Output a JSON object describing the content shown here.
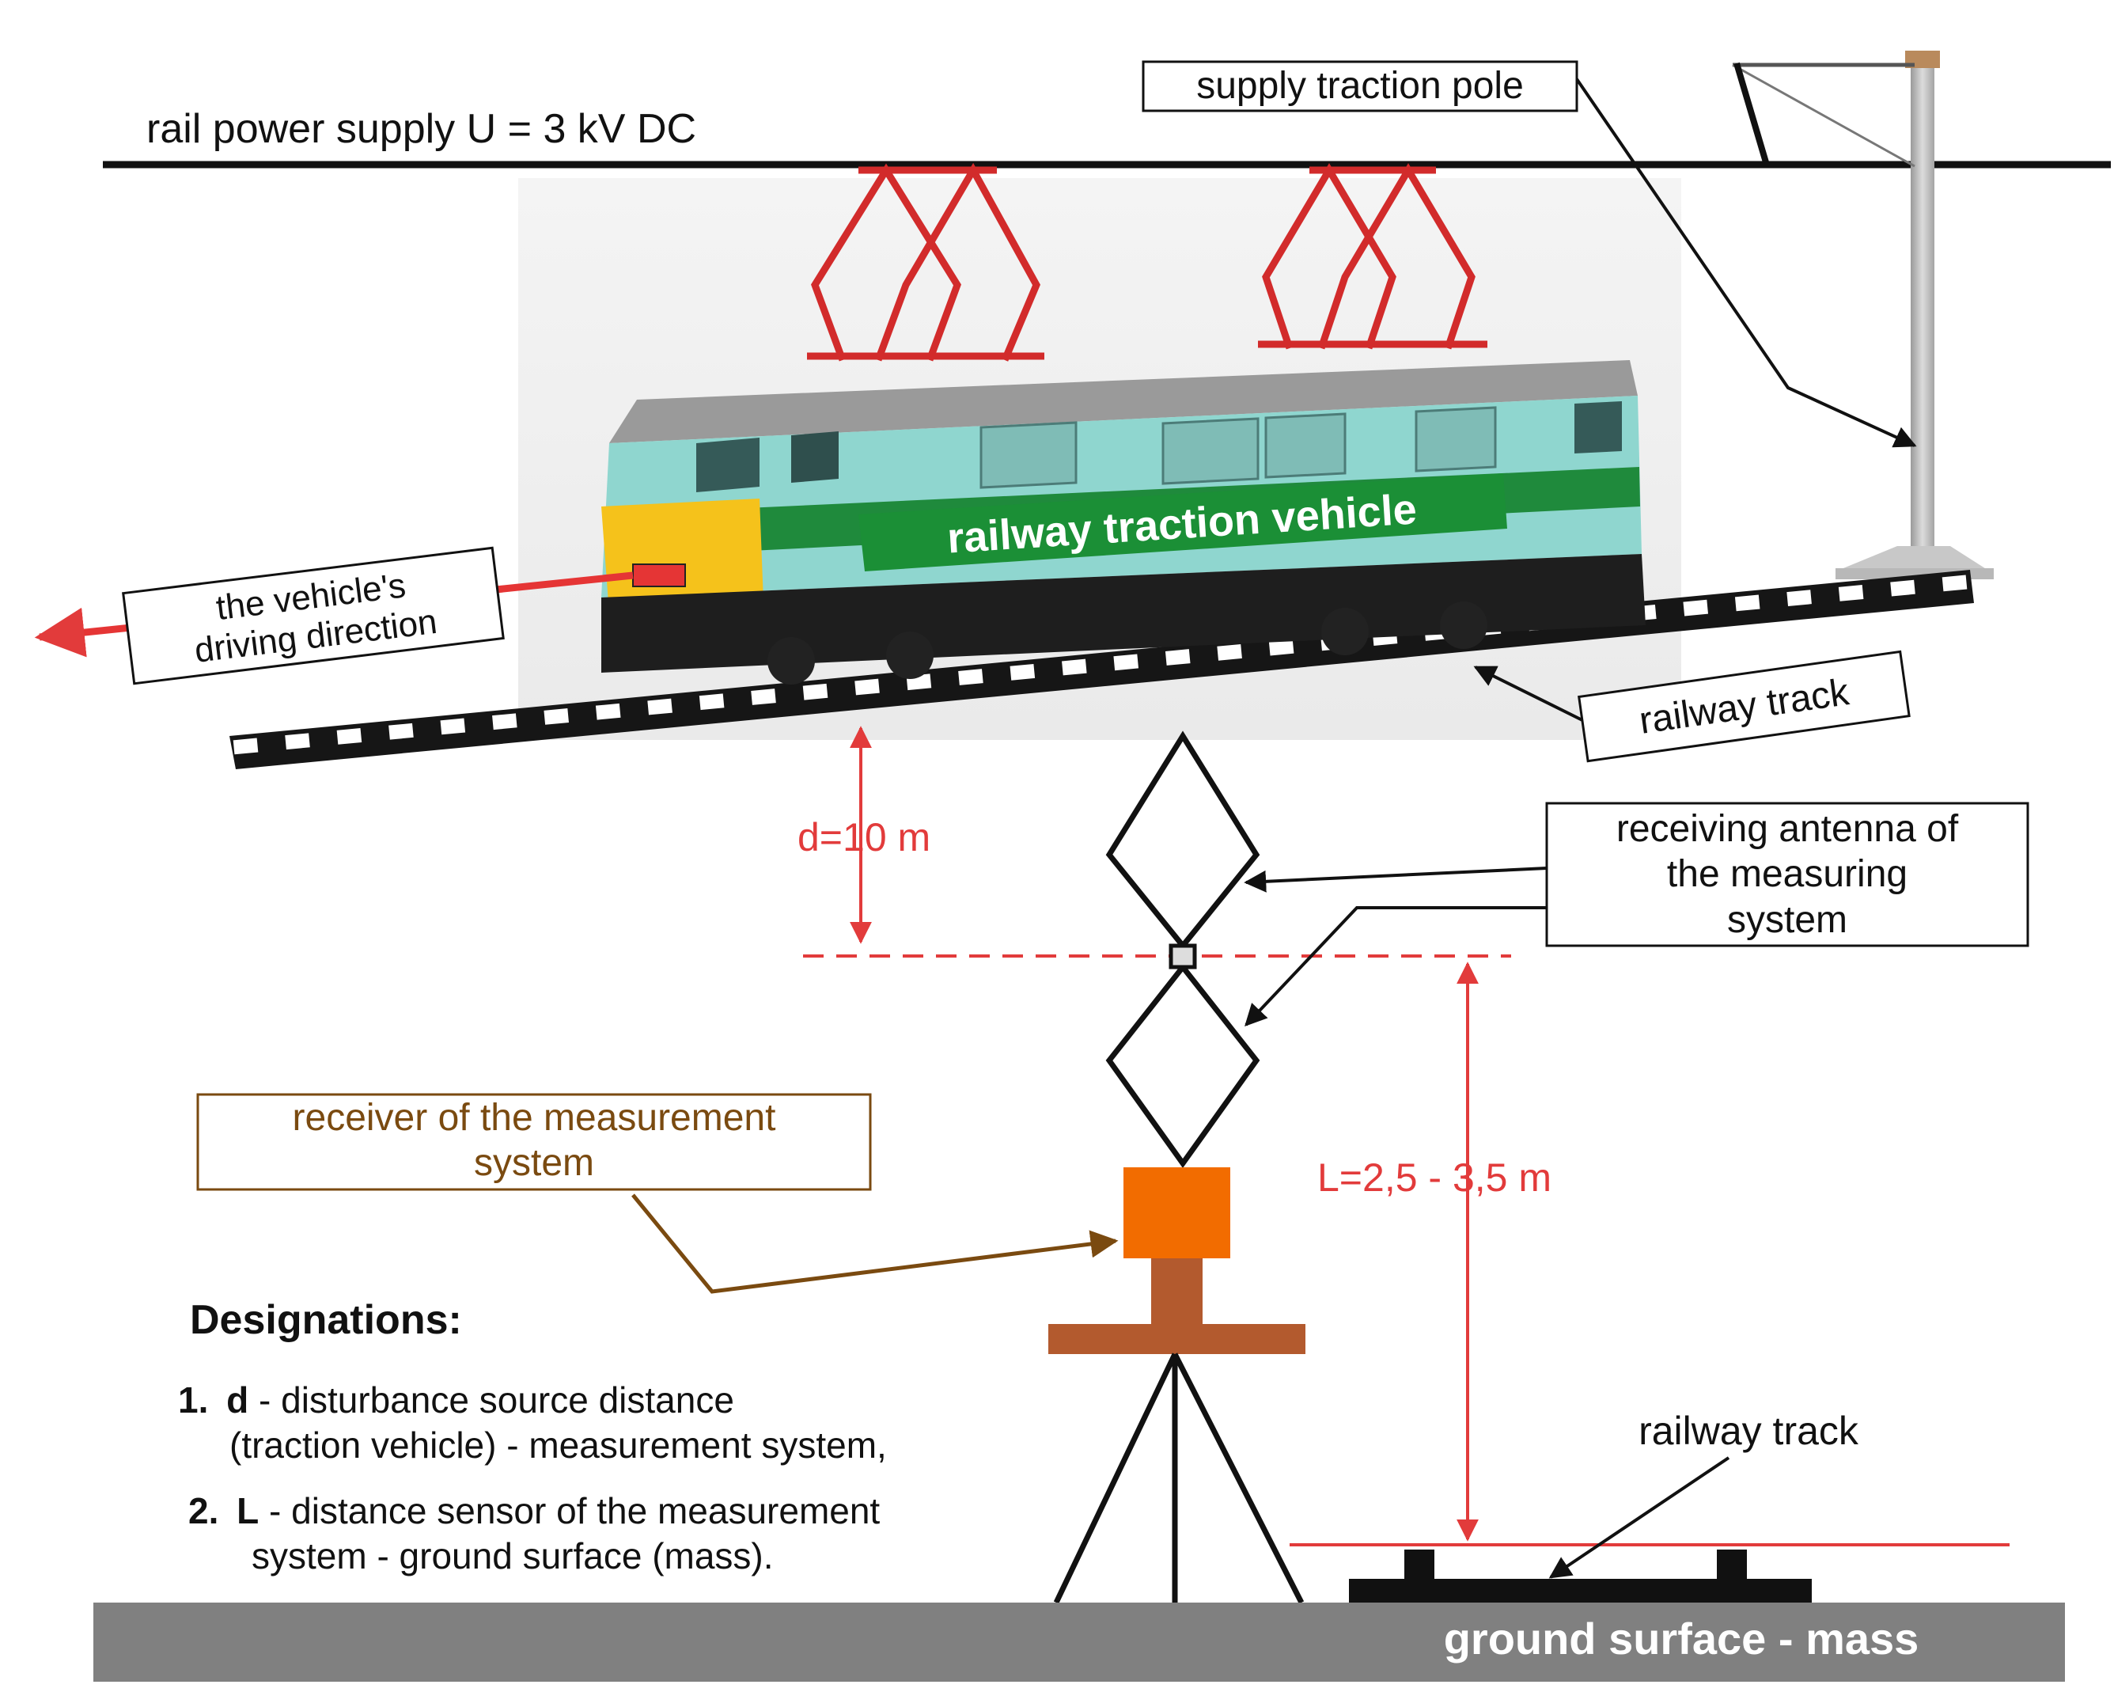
{
  "diagram": {
    "power_supply_label": "rail power supply U = 3 kV DC",
    "pole_label": "supply traction pole",
    "vehicle_label": "railway traction vehicle",
    "direction_label": [
      "the vehicle's",
      "driving direction"
    ],
    "track_label_upper": "railway track",
    "track_label_lower": "railway track",
    "antenna_label": [
      "receiving antenna of",
      "the measuring",
      "system"
    ],
    "receiver_label": [
      "receiver of the measurement",
      "system"
    ],
    "distance_d_label": "d=10 m",
    "distance_L_label": "L=2,5 - 3,5 m",
    "ground_label": "ground surface - mass",
    "designations": {
      "title": "Designations:",
      "item1_num": "1.",
      "item1_sym": "d",
      "item1_line1": " - disturbance source distance",
      "item1_line2": "(traction vehicle) - measurement system,",
      "item2_num": "2.",
      "item2_sym": "L",
      "item2_line1": " - distance sensor of the measurement",
      "item2_line2": "system - ground surface (mass)."
    }
  },
  "colors": {
    "red": "#e23b3b",
    "brown": "#7a4a10",
    "receiver_orange": "#f26c00",
    "stand_brown": "#b35a2e",
    "ground_gray": "#808080",
    "vehicle_body": "#8fd6cf",
    "vehicle_band": "#1f8a3c",
    "vehicle_front": "#f5c21b",
    "pantograph": "#d22b2b"
  }
}
